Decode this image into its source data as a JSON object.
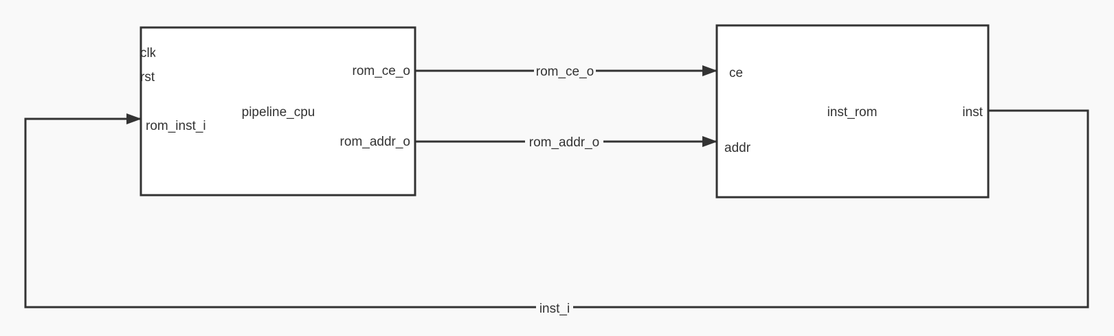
{
  "colors": {
    "background": "#f9f9f9",
    "stroke": "#333333",
    "block_fill": "#ffffff",
    "text": "#333333"
  },
  "blocks": {
    "cpu": {
      "name": "pipeline_cpu",
      "ports_in": [
        "clk",
        "rst",
        "rom_inst_i"
      ],
      "ports_out": [
        "rom_ce_o",
        "rom_addr_o"
      ]
    },
    "rom": {
      "name": "inst_rom",
      "ports_in": [
        "ce",
        "addr"
      ],
      "ports_out": [
        "inst"
      ]
    }
  },
  "wires": {
    "rom_ce": "rom_ce_o",
    "rom_addr": "rom_addr_o",
    "inst_feedback": "inst_i"
  }
}
